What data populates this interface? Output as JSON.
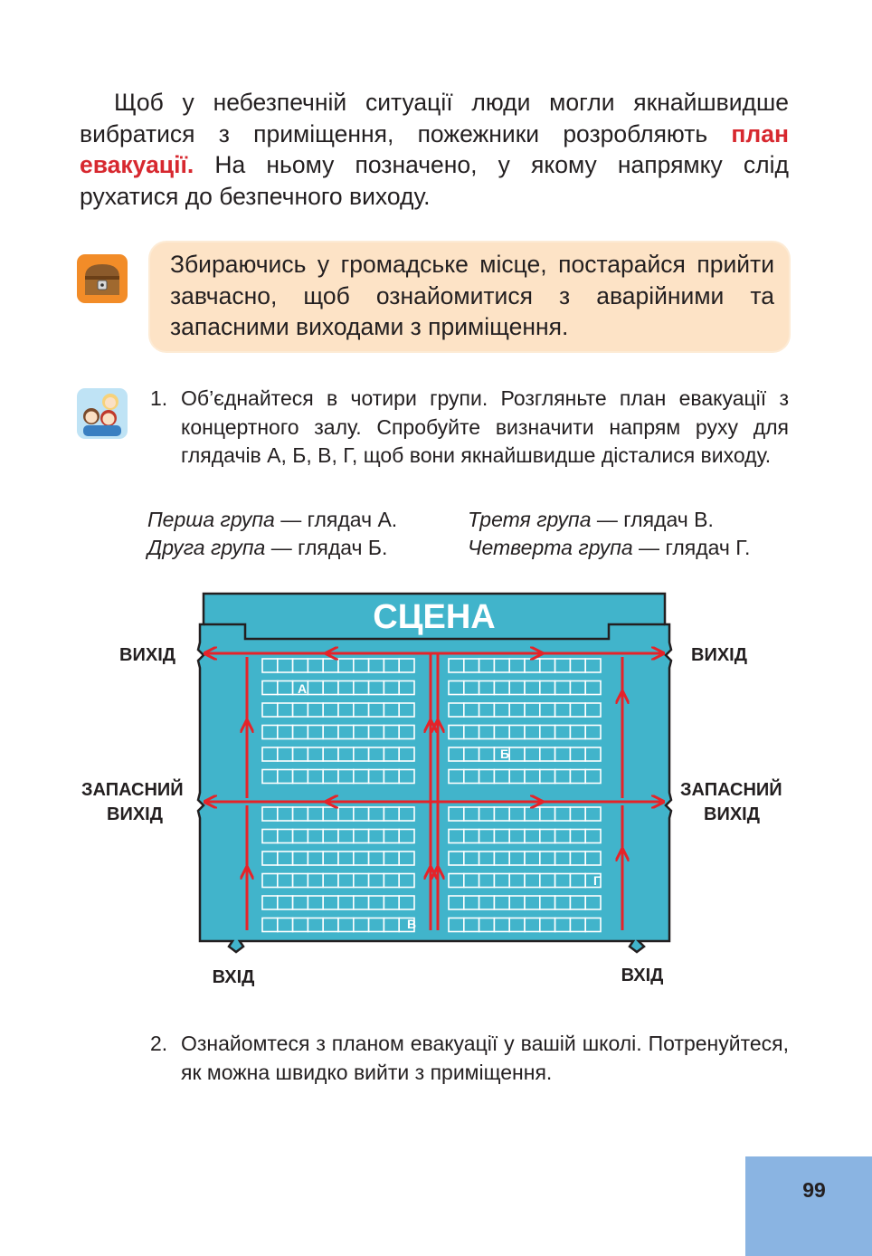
{
  "intro": {
    "part1": "Щоб у небезпечній ситуації люди могли якнайшвидше вибратися з приміщення, пожежники розробляють ",
    "highlight": "план евакуації.",
    "part2": " На ньому позначено, у якому напрямку слід рухатися до безпечного виходу."
  },
  "tip": {
    "text": "Збираючись у громадське місце, постарайся прийти завчасно, щоб ознайомитися з аварійними та запасними виходами з приміщення.",
    "icon": "treasure-chest-icon"
  },
  "task1": {
    "number": "1.",
    "text": "Об’єднайтеся в чотири групи. Розгляньте план евакуації з концертного залу. Спробуйте визначити напрям руху для глядачів А, Б, В, Г, щоб вони якнайшвидше дісталися виходу.",
    "icon": "group-work-kids-icon"
  },
  "groups": [
    {
      "name": "Перша група",
      "rest": " — глядач А."
    },
    {
      "name": "Третя група",
      "rest": " — глядач В."
    },
    {
      "name": "Друга група",
      "rest": " — глядач Б."
    },
    {
      "name": "Четверта група",
      "rest": " — глядач Г."
    }
  ],
  "plan": {
    "stage": "СЦЕНА",
    "exit_left": "ВИХІД",
    "exit_right": "ВИХІД",
    "spare_exit_left": [
      "ЗАПАСНИЙ",
      "ВИХІД"
    ],
    "spare_exit_right": [
      "ЗАПАСНИЙ",
      "ВИХІД"
    ],
    "entrance_left": "ВХІД",
    "entrance_right": "ВХІД",
    "seat_labels": [
      "А",
      "Б",
      "В",
      "Г"
    ],
    "colors": {
      "hall": "#41b4cb",
      "arrow": "#e52329",
      "outline": "#231f20"
    }
  },
  "task2": {
    "number": "2.",
    "text": "Ознайомтеся з планом евакуації у вашій школі. Потренуйтеся, як можна швидко вийти з приміщення."
  },
  "page_number": "99"
}
